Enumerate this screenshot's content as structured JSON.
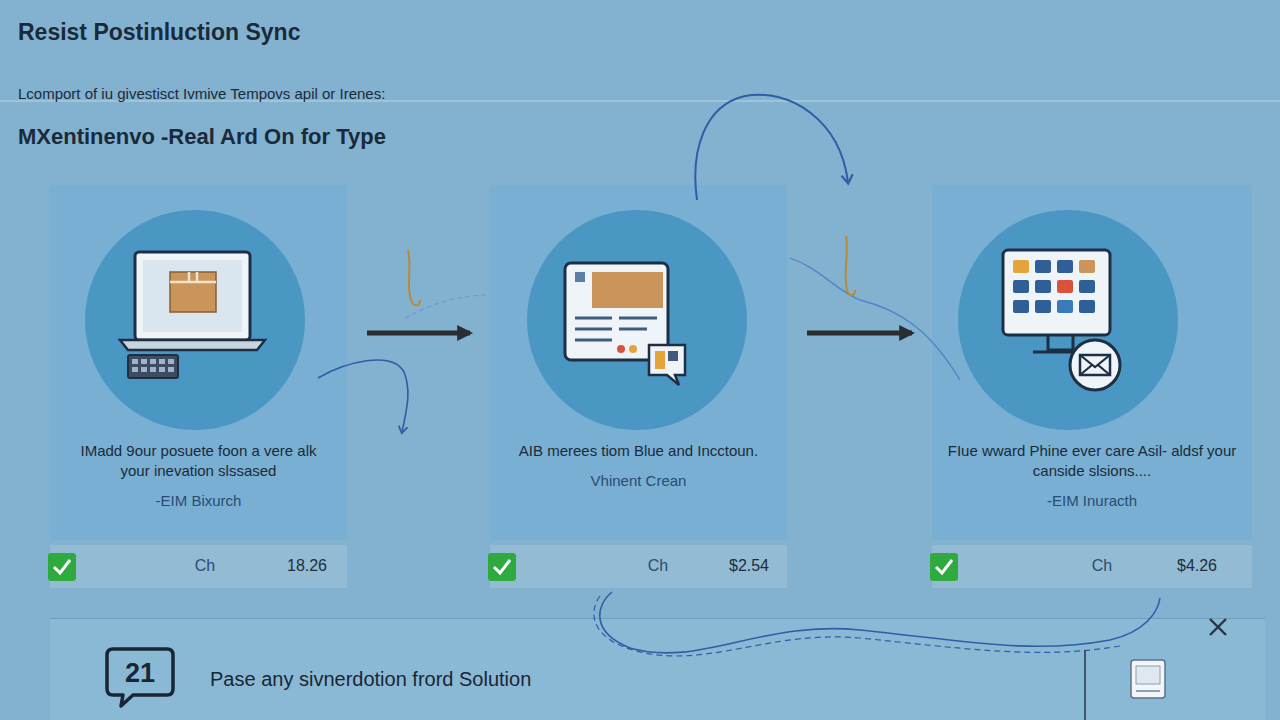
{
  "diagram": {
    "title": "Resist Postinluction Sync",
    "nodes": [
      {
        "text": [
          "IMadd 9our posuete foon a vere alk your inevation slssased",
          "-EIM Bixurch"
        ]
      },
      {
        "text": [
          "AIB merees tiom Blue and Incctoun.",
          "Vhinent Crean"
        ]
      },
      {
        "text": [
          "FIue wward Phine ever care Asil- aldsf your canside slsions....",
          "-EIM Inuracth"
        ]
      },
      {
        "text": [
          "Ch",
          "18.26"
        ]
      },
      {
        "text": [
          "Ch",
          "$2.54"
        ]
      },
      {
        "text": [
          "Ch",
          "$4.26"
        ]
      },
      {
        "text": [
          "Pase any sivnerdotion frord Solution"
        ]
      },
      {
        "text": [
          "21"
        ],
        "in": 6
      }
    ],
    "edges": [
      {
        "from": 0,
        "to": 1,
        "arrow": "to"
      },
      {
        "from": 1,
        "to": 2,
        "arrow": "to"
      }
    ],
    "labels": [
      "Lcomport of iu givestisct Ivmive Tempovs apil or Irenes:",
      "MXentinenvo -Real Ard On for Type"
    ]
  }
}
